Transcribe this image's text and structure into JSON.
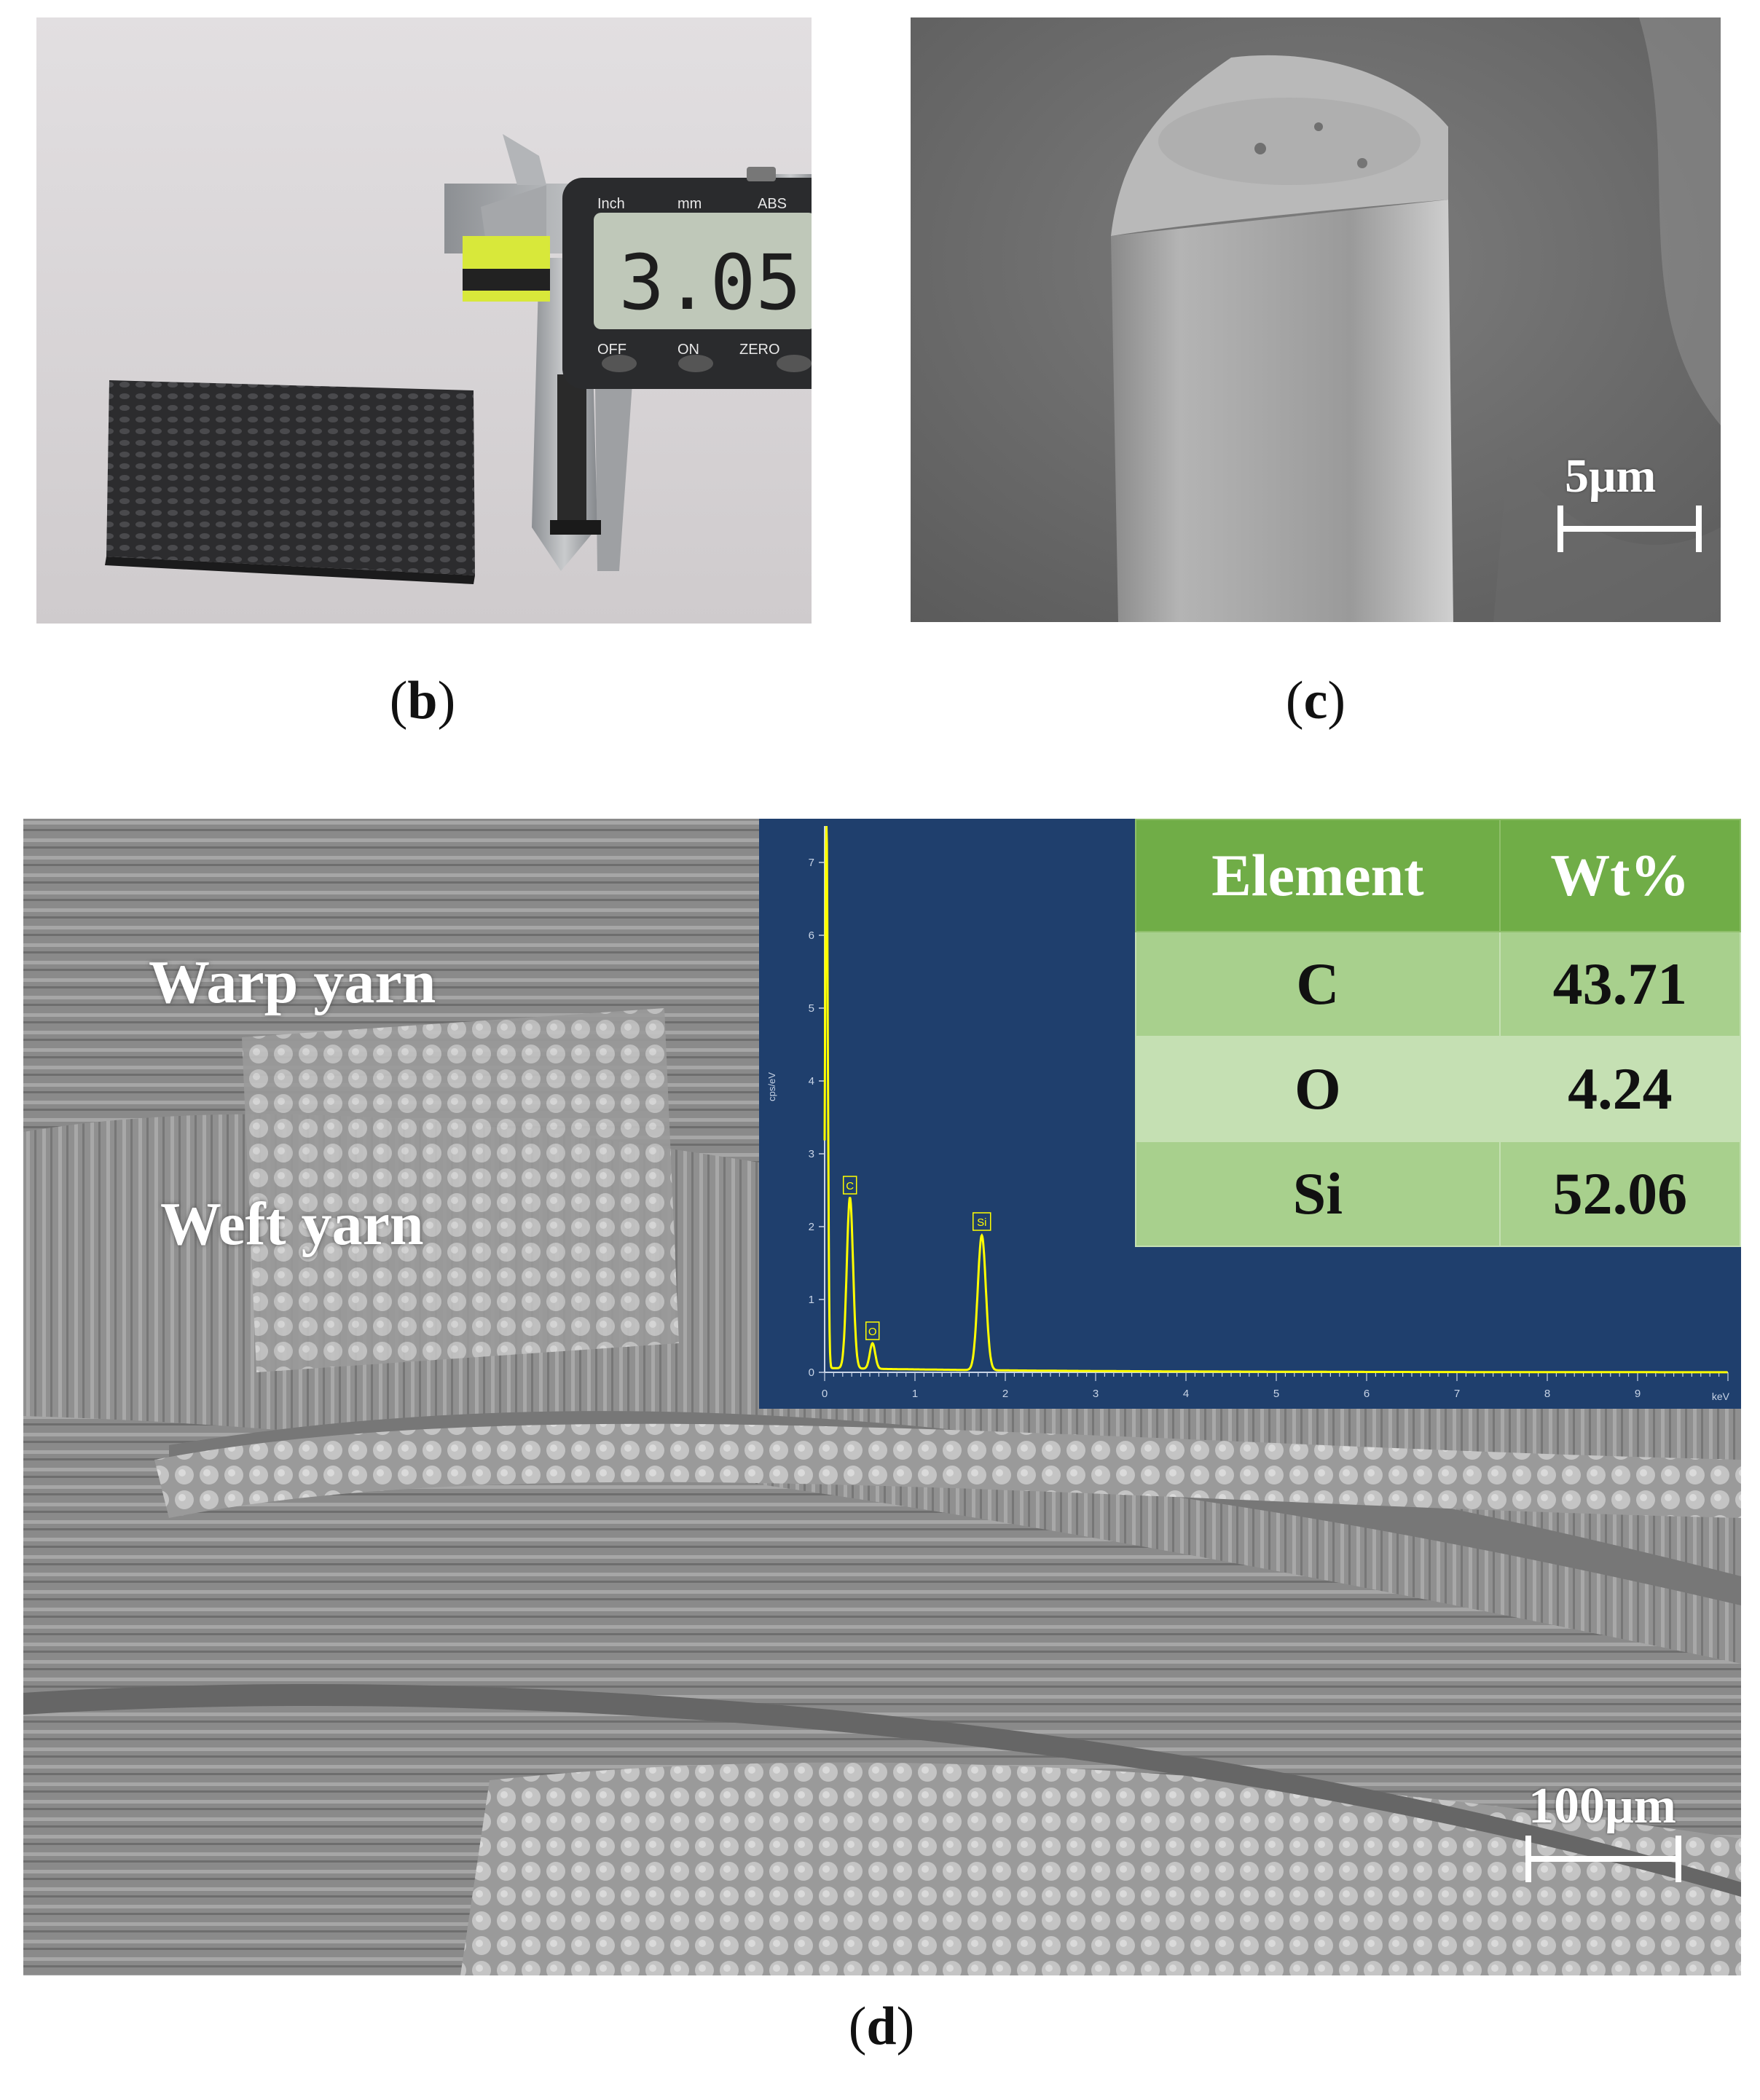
{
  "figure": {
    "panel_b": {
      "caption_open": "(",
      "caption_letter": "b",
      "caption_close": ")",
      "caliper": {
        "reading": "3.05",
        "button_labels": [
          "OFF",
          "ON",
          "ZERO"
        ],
        "unit_labels": [
          "Inch",
          "mm",
          "ABS"
        ]
      }
    },
    "panel_c": {
      "caption_open": "(",
      "caption_letter": "c",
      "caption_close": ")",
      "scale_label": "5μm"
    },
    "panel_d": {
      "caption_open": "(",
      "caption_letter": "d",
      "caption_close": ")",
      "labels": {
        "warp": "Warp yarn",
        "weft": "Weft yarn"
      },
      "scale_label": "100μm",
      "eds_table": {
        "headers": [
          "Element",
          "Wt%"
        ],
        "rows": [
          {
            "element": "C",
            "wt": "43.71"
          },
          {
            "element": "O",
            "wt": "4.24"
          },
          {
            "element": "Si",
            "wt": "52.06"
          }
        ]
      }
    }
  },
  "chart_data": {
    "type": "line",
    "xlabel": "keV",
    "ylabel": "cps/eV",
    "xlim": [
      0,
      10
    ],
    "ylim": [
      0,
      7.5
    ],
    "x_ticks": [
      "0",
      "1",
      "2",
      "3",
      "4",
      "5",
      "6",
      "7",
      "8",
      "9"
    ],
    "y_ticks": [
      "0",
      "1",
      "2",
      "3",
      "4",
      "5",
      "6",
      "7"
    ],
    "peaks": [
      {
        "label": "C",
        "x": 0.28,
        "y": 2.35
      },
      {
        "label": "O",
        "x": 0.53,
        "y": 0.35
      },
      {
        "label": "Si",
        "x": 1.74,
        "y": 1.85
      }
    ],
    "background_peak": {
      "x": 0.02,
      "y": 7.6
    },
    "colors": {
      "background": "#1f3f6d",
      "line": "#ffff00",
      "axis": "#c8d4e6"
    }
  }
}
